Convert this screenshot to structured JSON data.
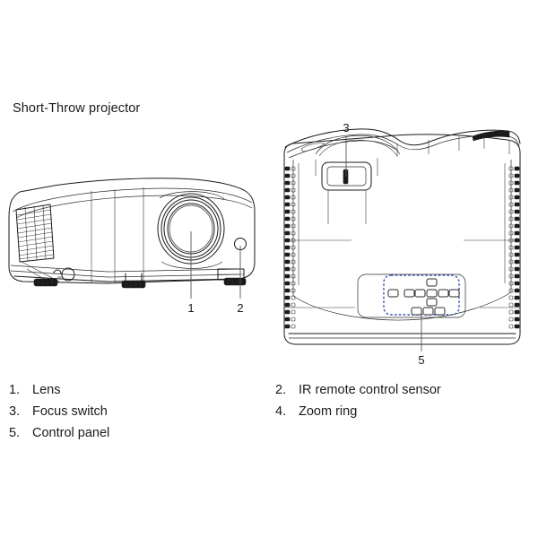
{
  "document": {
    "title": "Short-Throw projector",
    "background_color": "#ffffff",
    "line_color": "#1a1a1a",
    "highlight_color": "#3355aa"
  },
  "figures": [
    {
      "name": "front-side-view",
      "description": "Short-throw projector front three-quarter view showing lens and IR sensor",
      "callouts": [
        {
          "number": "1",
          "target": "Lens"
        },
        {
          "number": "2",
          "target": "IR remote control sensor"
        }
      ]
    },
    {
      "name": "top-view",
      "description": "Short-throw projector top view showing focus switch, zoom ring and control panel",
      "callouts": [
        {
          "number": "3",
          "target": "Focus switch"
        },
        {
          "number": "5",
          "target": "Control panel"
        }
      ]
    }
  ],
  "callout_labels": {
    "one": "1",
    "two": "2",
    "three": "3",
    "five": "5"
  },
  "legend": {
    "left_column": [
      {
        "number": "1.",
        "label": "Lens"
      },
      {
        "number": "3.",
        "label": "Focus switch"
      },
      {
        "number": "5.",
        "label": "Control panel"
      }
    ],
    "right_column": [
      {
        "number": "2.",
        "label": "IR remote control sensor"
      },
      {
        "number": "4.",
        "label": "Zoom ring"
      }
    ]
  }
}
